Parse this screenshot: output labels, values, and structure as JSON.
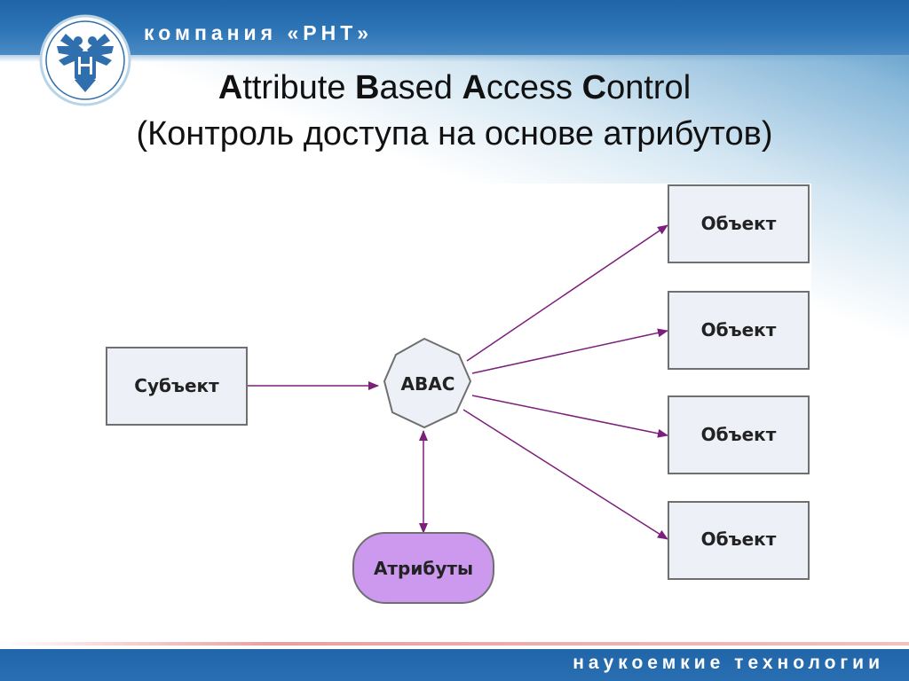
{
  "header": {
    "company": "компания «РНТ»",
    "title_parts": [
      {
        "bold": "A",
        "rest": "ttribute "
      },
      {
        "bold": "B",
        "rest": "ased "
      },
      {
        "bold": "A",
        "rest": "ccess "
      },
      {
        "bold": "C",
        "rest": "ontrol"
      }
    ],
    "subtitle": "(Контроль доступа на основе атрибутов)"
  },
  "diagram": {
    "subject": "Субъект",
    "hub": "ABAC",
    "attributes": "Атрибуты",
    "objects": [
      "Объект",
      "Объект",
      "Объект",
      "Объект"
    ]
  },
  "footer": {
    "tagline": "наукоемкие технологии"
  },
  "colors": {
    "arrow": "#7b1f7b",
    "node_fill": "#eef0f8",
    "node_border": "#6f6f6f",
    "attributes_fill": "#cc99ee",
    "header_blue": "#2a6fb2"
  }
}
